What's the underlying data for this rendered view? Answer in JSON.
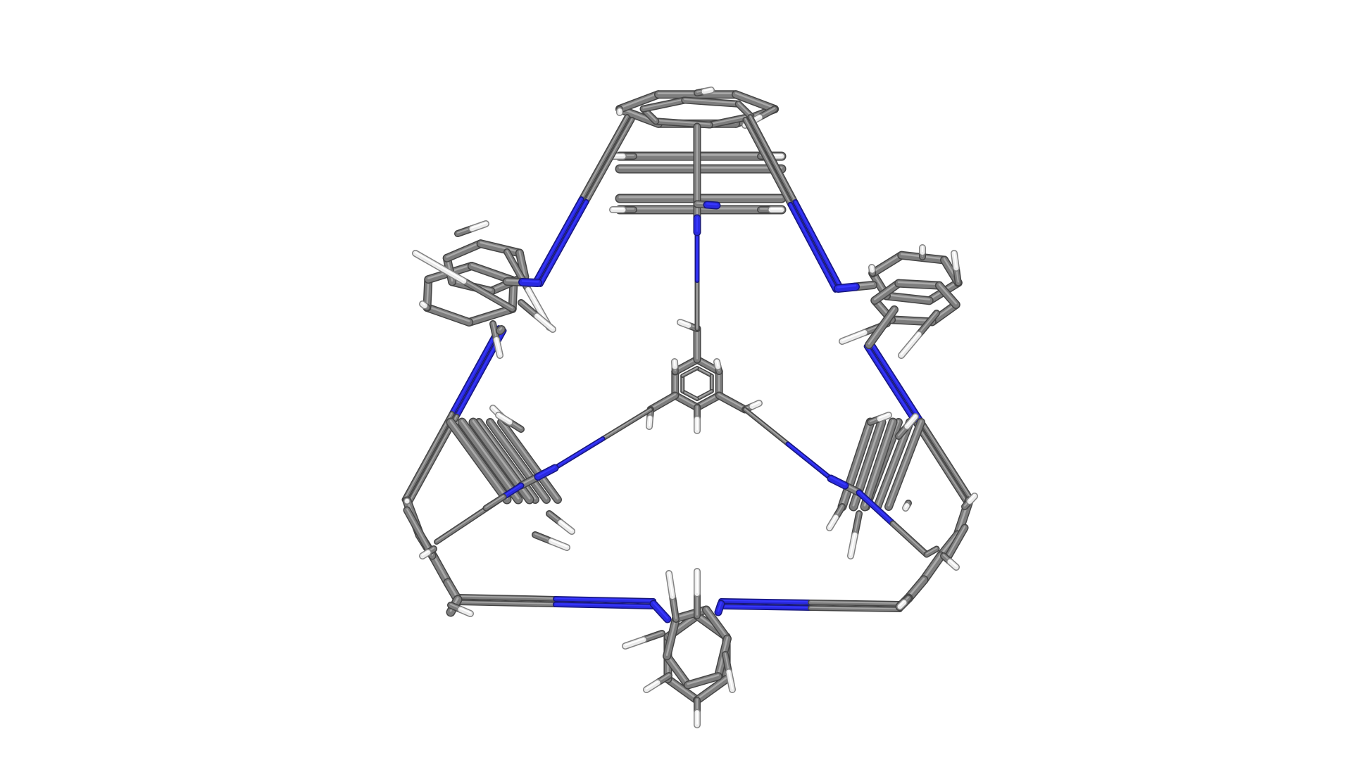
{
  "scene": {
    "background_color": "#ffffff",
    "render_style": "sticks",
    "elements": [
      {
        "symbol": "C",
        "color": "#7d7d7d"
      },
      {
        "symbol": "N",
        "color": "#2a2ae0"
      },
      {
        "symbol": "H",
        "color": "#ececec"
      }
    ]
  }
}
